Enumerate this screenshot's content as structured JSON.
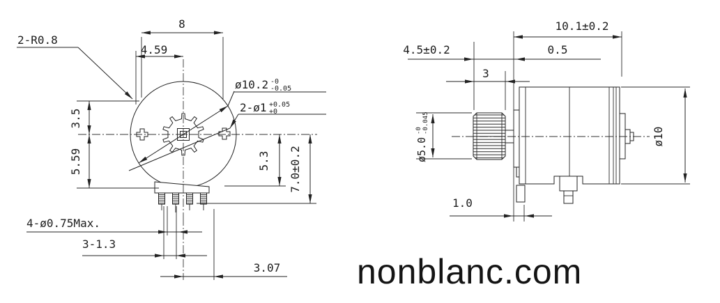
{
  "watermark": "nonblanc.com",
  "front_view": {
    "labels": {
      "corner_radius": "2-R0.8",
      "dim_top_width": "8",
      "dim_459": "4.59",
      "body_dia": {
        "prefix": "ø10.2",
        "tol_top": "-0",
        "tol_bot": "-0.05"
      },
      "hole_dia": {
        "prefix": "2-ø1",
        "tol_top": "+0.05",
        "tol_bot": "+0"
      },
      "dim_35": "3.5",
      "dim_559": "5.59",
      "dim_53": "5.3",
      "dim_70": "7.0±0.2",
      "pin_dia": "4-ø0.75Max.",
      "pin_pitch": "3-1.3",
      "dim_307": "3.07"
    }
  },
  "side_view": {
    "labels": {
      "dim_overall": "10.1±0.2",
      "dim_plate": "0.5",
      "dim_45": "4.5±0.2",
      "dim_gear_len": "3",
      "shaft_dia": {
        "prefix": "ø5.0",
        "tol_top": "-0",
        "tol_bot": "-0.045"
      },
      "body_dia": "ø10",
      "dim_tab": "1.0"
    }
  }
}
